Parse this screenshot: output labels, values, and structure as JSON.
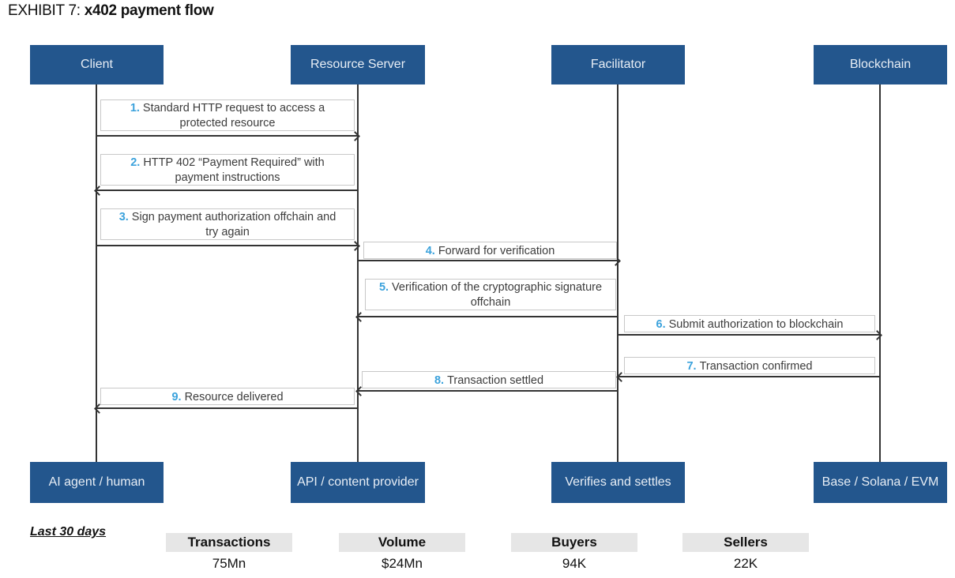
{
  "title": {
    "prefix": "EXHIBIT 7:",
    "bold": "x402 payment flow"
  },
  "colors": {
    "box_blue": "#23568D",
    "box_text": "#E8EEF5",
    "step_blue": "#3BA2DC",
    "line": "#333333",
    "label_border": "#C8C8C8",
    "label_text": "#3C3C3C",
    "stat_header_bg": "#E6E6E6"
  },
  "actors": [
    {
      "name": "Client",
      "role": "AI agent / human"
    },
    {
      "name": "Resource Server",
      "role": "API / content provider"
    },
    {
      "name": "Facilitator",
      "role": "Verifies and settles"
    },
    {
      "name": "Blockchain",
      "role": "Base / Solana / EVM"
    }
  ],
  "messages": [
    {
      "num": "1.",
      "text": "Standard HTTP request to access a protected resource",
      "from": "Client",
      "to": "Resource Server",
      "direction": "right"
    },
    {
      "num": "2.",
      "text": "HTTP 402 “Payment Required” with payment instructions",
      "from": "Resource Server",
      "to": "Client",
      "direction": "left"
    },
    {
      "num": "3.",
      "text": "Sign payment authorization offchain and try again",
      "from": "Client",
      "to": "Resource Server",
      "direction": "right"
    },
    {
      "num": "4.",
      "text": "Forward for verification",
      "from": "Resource Server",
      "to": "Facilitator",
      "direction": "right"
    },
    {
      "num": "5.",
      "text": "Verification of the cryptographic signature offchain",
      "from": "Facilitator",
      "to": "Resource Server",
      "direction": "left"
    },
    {
      "num": "6.",
      "text": "Submit authorization to blockchain",
      "from": "Facilitator",
      "to": "Blockchain",
      "direction": "right"
    },
    {
      "num": "7.",
      "text": "Transaction confirmed",
      "from": "Blockchain",
      "to": "Facilitator",
      "direction": "left"
    },
    {
      "num": "8.",
      "text": "Transaction settled",
      "from": "Facilitator",
      "to": "Resource Server",
      "direction": "left"
    },
    {
      "num": "9.",
      "text": "Resource delivered",
      "from": "Resource Server",
      "to": "Client",
      "direction": "left"
    }
  ],
  "stats": {
    "period": "Last 30 days",
    "items": [
      {
        "label": "Transactions",
        "value": "75Mn"
      },
      {
        "label": "Volume",
        "value": "$24Mn"
      },
      {
        "label": "Buyers",
        "value": "94K"
      },
      {
        "label": "Sellers",
        "value": "22K"
      }
    ]
  }
}
